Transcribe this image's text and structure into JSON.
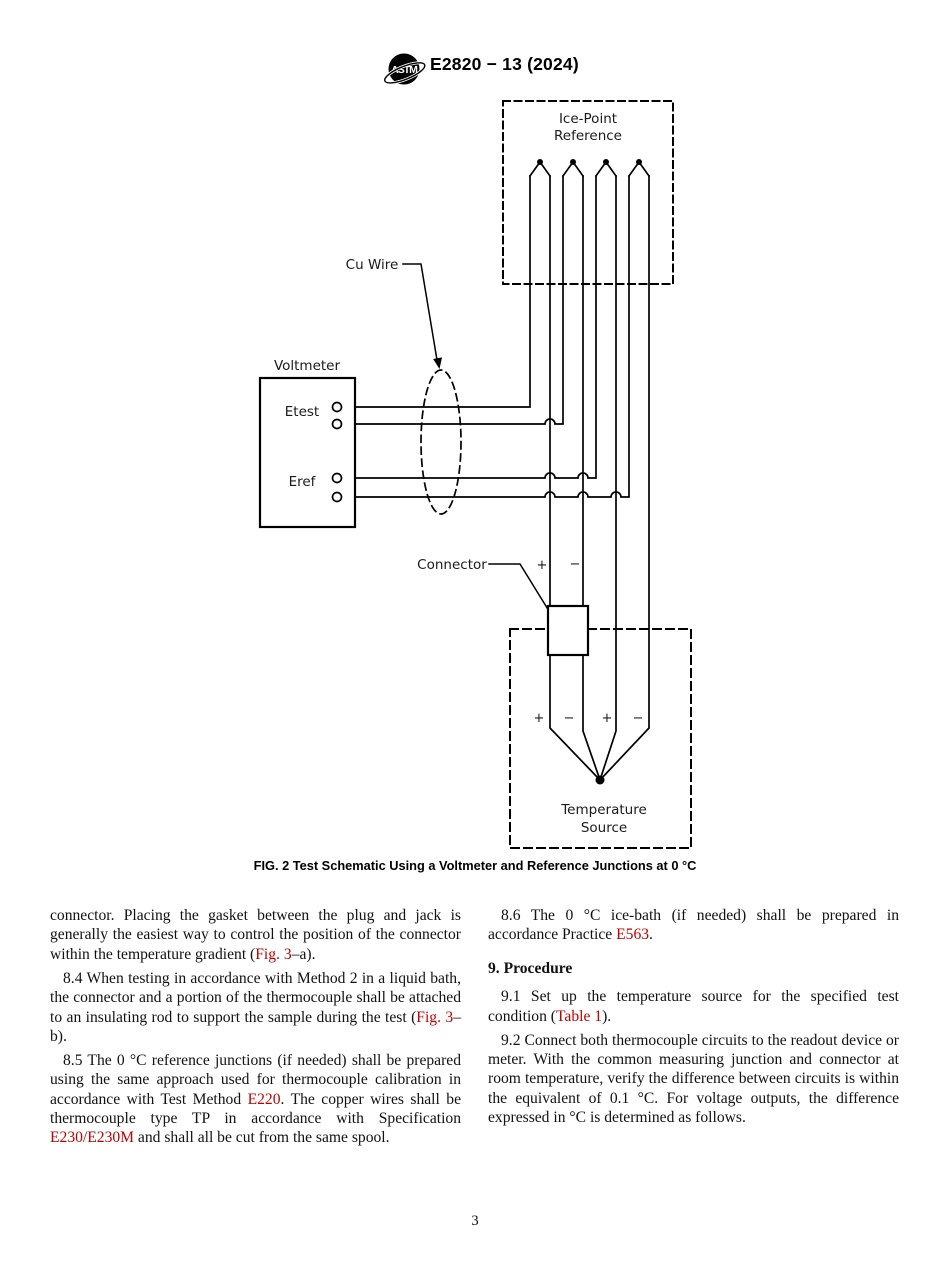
{
  "header": {
    "logo_text": "ASTM",
    "title": "E2820 − 13 (2024)"
  },
  "diagram": {
    "ice_point": {
      "line1": "Ice-Point",
      "line2": "Reference"
    },
    "cu_wire_label": "Cu Wire",
    "voltmeter_label": "Voltmeter",
    "etest_label": "Etest",
    "eref_label": "Eref",
    "connector_label": "Connector",
    "temperature_source": {
      "line1": "Temperature",
      "line2": "Source"
    },
    "plus": "+",
    "minus": "−"
  },
  "caption": "FIG. 2 Test Schematic Using a Voltmeter and Reference Junctions at 0 °C",
  "columns": {
    "left": [
      {
        "type": "body",
        "indent": false,
        "segments": [
          {
            "t": "connector. Placing the gasket between the plug and jack is generally the easiest way to control the position of the connector within the temperature gradient ("
          },
          {
            "t": "Fig. 3",
            "red": true
          },
          {
            "t": "–a)."
          }
        ]
      },
      {
        "type": "body",
        "indent": true,
        "segments": [
          {
            "t": "8.4 When testing in accordance with Method 2 in a liquid bath, the connector and a portion of the thermocouple shall be attached to an insulating rod to support the sample during the test ("
          },
          {
            "t": "Fig. 3",
            "red": true
          },
          {
            "t": "–b)."
          }
        ]
      },
      {
        "type": "body",
        "indent": true,
        "segments": [
          {
            "t": "8.5 The 0 °C reference junctions (if needed) shall be prepared using the same approach used for thermocouple calibration in accordance with Test Method "
          },
          {
            "t": "E220",
            "red": true
          },
          {
            "t": ". The copper wires shall be thermocouple type TP in accordance with Specification "
          },
          {
            "t": "E230/E230M",
            "red": true
          },
          {
            "t": " and shall all be cut from the same spool."
          }
        ]
      }
    ],
    "right": [
      {
        "type": "body",
        "indent": true,
        "segments": [
          {
            "t": "8.6 The 0 °C ice-bath (if needed) shall be prepared in accordance Practice "
          },
          {
            "t": "E563",
            "red": true
          },
          {
            "t": "."
          }
        ]
      },
      {
        "type": "heading",
        "indent": false,
        "segments": [
          {
            "t": "9.  Procedure"
          }
        ]
      },
      {
        "type": "body",
        "indent": true,
        "segments": [
          {
            "t": "9.1 Set up the temperature source for the specified test condition ("
          },
          {
            "t": "Table 1",
            "red": true
          },
          {
            "t": ")."
          }
        ]
      },
      {
        "type": "body",
        "indent": true,
        "segments": [
          {
            "t": "9.2 Connect both thermocouple circuits to the readout device or meter. With the common measuring junction and connector at room temperature, verify the difference between circuits is within the equivalent of 0.1 °C. For voltage outputs, the difference expressed in °C is determined as follows."
          }
        ]
      }
    ]
  },
  "page_number": "3",
  "colors": {
    "link_red": "#c00000",
    "ink": "#111111"
  }
}
